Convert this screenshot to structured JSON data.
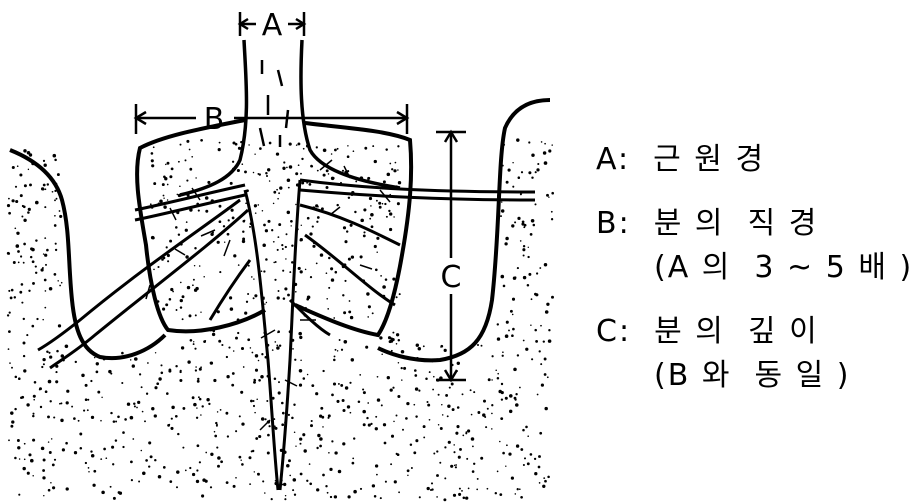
{
  "figure": {
    "dimension_labels": {
      "a": "A",
      "b": "B",
      "c": "C"
    }
  },
  "legend": {
    "a": {
      "text": "A:  근 원 경"
    },
    "b": {
      "text": "B:  분 의  직 경",
      "note": "(A 의  3 ~ 5 배 )"
    },
    "c": {
      "text": "C:  분 의  깊 이",
      "note": "(B 와  동 일 )"
    }
  },
  "colors": {
    "ink": "#000000",
    "background": "#ffffff"
  }
}
